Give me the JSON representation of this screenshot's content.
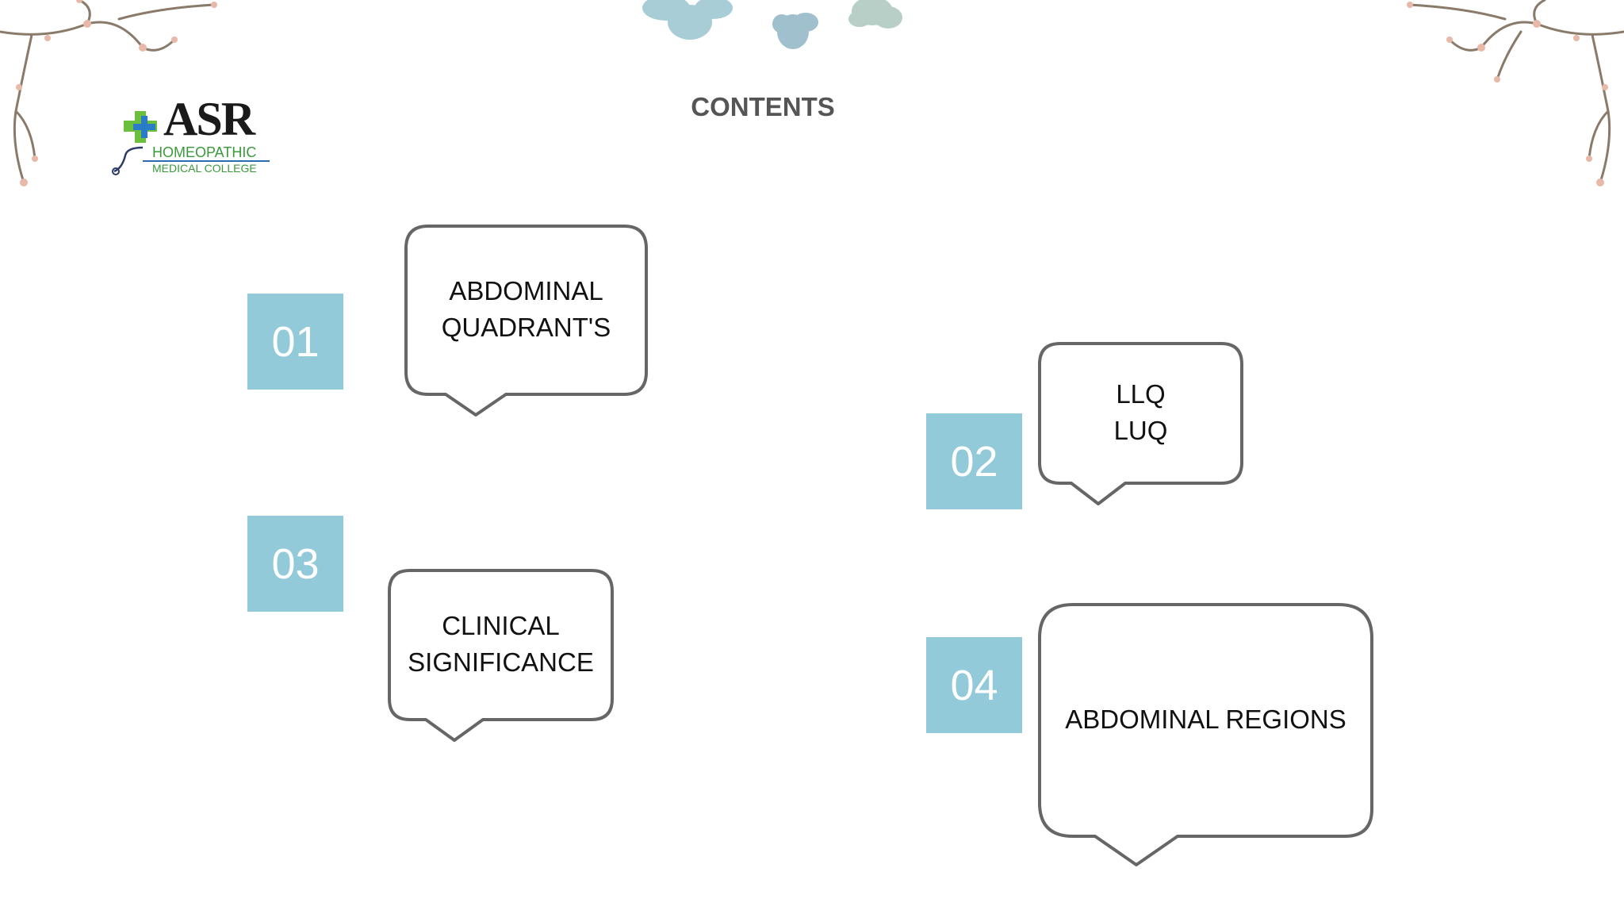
{
  "slide": {
    "title": "CONTENTS",
    "logo": {
      "name": "ASR",
      "line1": "HOMEOPATHIC",
      "line2": "MEDICAL COLLEGE"
    },
    "items": [
      {
        "number": "01",
        "lines": [
          "ABDOMINAL",
          "QUADRANT'S"
        ]
      },
      {
        "number": "02",
        "lines": [
          "LLQ",
          "LUQ"
        ]
      },
      {
        "number": "03",
        "lines": [
          "CLINICAL",
          "SIGNIFICANCE"
        ]
      },
      {
        "number": "04",
        "lines": [
          "ABDOMINAL REGIONS"
        ]
      }
    ]
  },
  "colors": {
    "accent": "#93cad9",
    "title": "#555555",
    "bubble_border": "#666666",
    "logo_green": "#3a9a3a"
  },
  "icons": [
    "branch-decoration",
    "succulent-flowers",
    "medical-cross-icon",
    "stethoscope-icon"
  ]
}
